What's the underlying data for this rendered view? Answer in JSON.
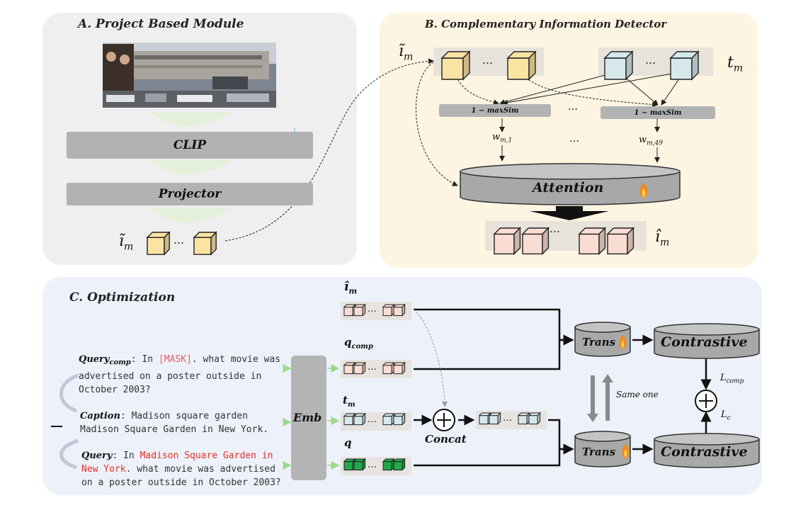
{
  "panel_a": {
    "title": "A. Project Based Module",
    "clip_label": "CLIP",
    "projector_label": "Projector",
    "output_label": "ĩ_m",
    "snowflake_icon": "snowflake",
    "fire_icon": "fire",
    "photo_alt": "Madison Square Garden photo"
  },
  "panel_b": {
    "title": "B. Complementary Information Detector",
    "input_image_label": "ĩ_m",
    "input_text_label": "t_m",
    "maxsim_label_1": "1 − maxSim",
    "maxsim_label_2": "1 − maxSim",
    "weight_label_1": "w_{m,1}",
    "weight_label_2": "w_{m,49}",
    "ellipsis": "…",
    "attention_label": "Attention",
    "output_label": "î_m"
  },
  "panel_c": {
    "title": "C. Optimization",
    "query_comp_label": "Query",
    "query_comp_sub": "comp",
    "query_comp_pre": ": In ",
    "query_comp_mask": "[MASK]",
    "query_comp_post": ". what movie was advertised on a poster outside in October 2003?",
    "caption_label": "Caption",
    "caption_text": ": Madison square garden Madison Square Garden in New York.",
    "query_label": "Query",
    "query_pre": ": In ",
    "query_red": "Madison Square Garden in New York",
    "query_post": ". what movie was advertised on a poster outside in October 2003?",
    "emb_label": "Emb",
    "row_labels": [
      "î_m",
      "q_comp",
      "t_m",
      "q"
    ],
    "concat_label": "Concat",
    "trans_label": "Trans",
    "contrastive_label": "Contrastive",
    "same_one_label": "Same one",
    "loss_comp": "L_comp",
    "loss_c": "L_c"
  },
  "colors": {
    "panel_a_bg": "#efefef",
    "panel_b_bg": "#fdf4e2",
    "panel_c_bg": "#edf1f9",
    "cube_yellow": "#fbe3a3",
    "cube_blue": "#d7e8ec",
    "cube_pink": "#f9ddd3",
    "cube_green": "#21a94a",
    "red_text": "#e0322f"
  }
}
